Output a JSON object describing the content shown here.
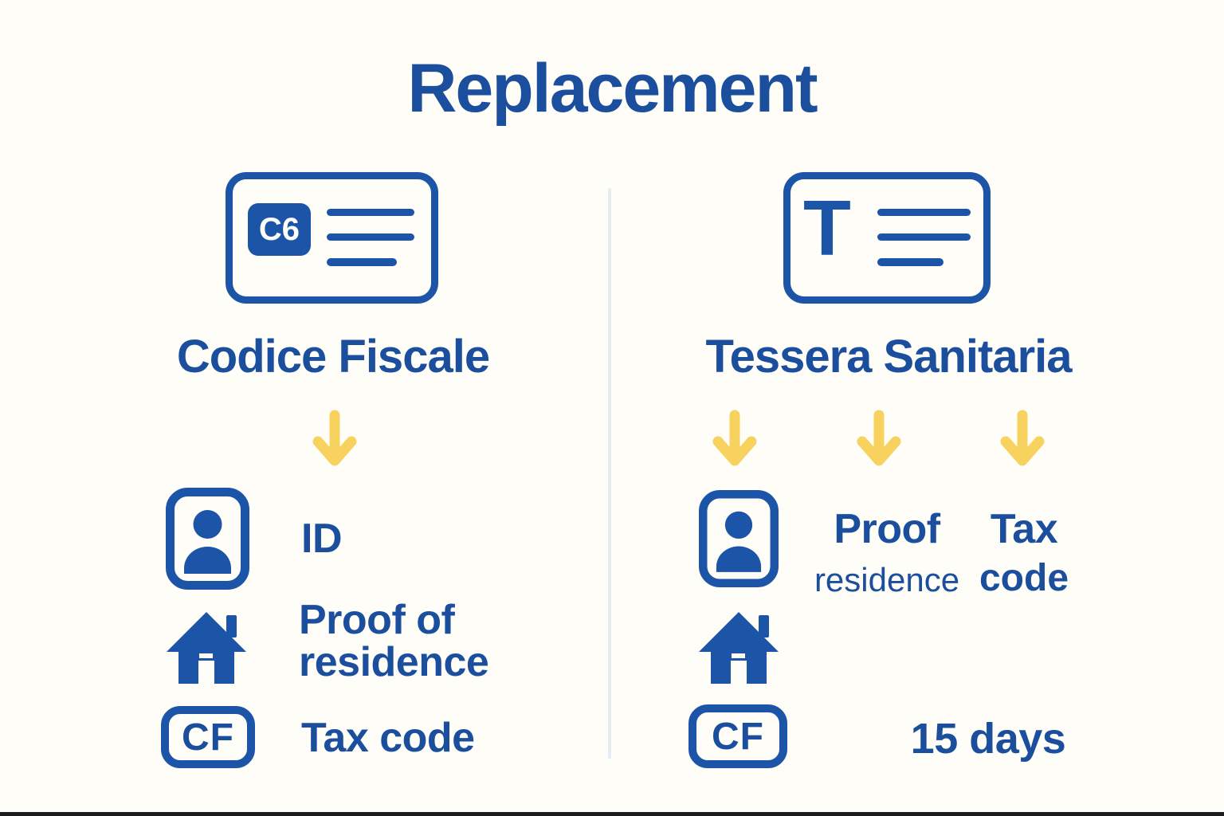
{
  "title": "Replacement",
  "colors": {
    "brand_blue": "#1B4F9E",
    "icon_blue": "#1C55A8",
    "accent_yellow": "#F8D25F",
    "background": "#FFFDF8"
  },
  "left": {
    "card_chip": "C6",
    "heading": "Codice Fiscale",
    "rows": [
      {
        "icon": "person-id",
        "label": "ID"
      },
      {
        "icon": "house",
        "label_line1": "Proof of",
        "label_line2": "residence"
      },
      {
        "icon": "cf-badge",
        "badge": "CF",
        "label": "Tax code"
      }
    ]
  },
  "right": {
    "card_letter": "T",
    "heading": "Tessera Sanitaria",
    "requirements": [
      {
        "icon": "person-id"
      },
      {
        "line1": "Proof",
        "line2": "residence"
      },
      {
        "line1": "Tax",
        "line2": "code"
      }
    ],
    "badge": "CF",
    "duration": "15 days"
  }
}
